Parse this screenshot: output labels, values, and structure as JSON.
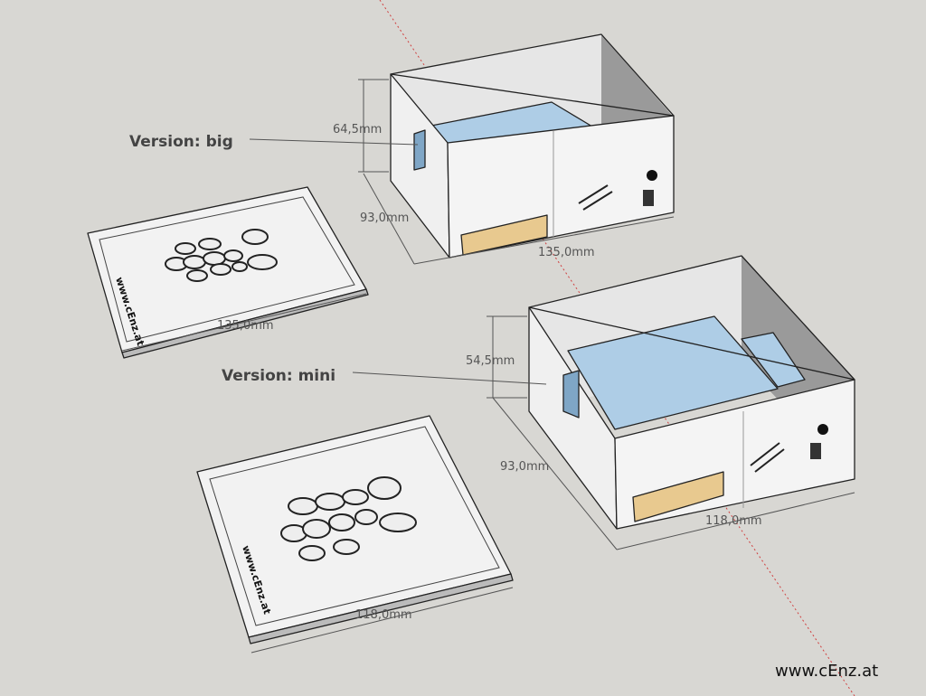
{
  "labels": {
    "version_big": "Version: big",
    "version_mini": "Version: mini",
    "watermark": "www.cEnz.at",
    "lid_text": "www.cEnz.at"
  },
  "dimensions": {
    "big_height": "64,5mm",
    "big_depth": "93,0mm",
    "big_width": "135,0mm",
    "big_lid_width": "135,0mm",
    "mini_height": "54,5mm",
    "mini_depth": "93,0mm",
    "mini_width": "118,0mm",
    "mini_lid_width": "118,0mm"
  },
  "colors": {
    "background": "#d8d7d3",
    "box": "#f4f4f4",
    "board": "#aecde6",
    "connector": "#e8c98f",
    "axis": "#d04040"
  }
}
